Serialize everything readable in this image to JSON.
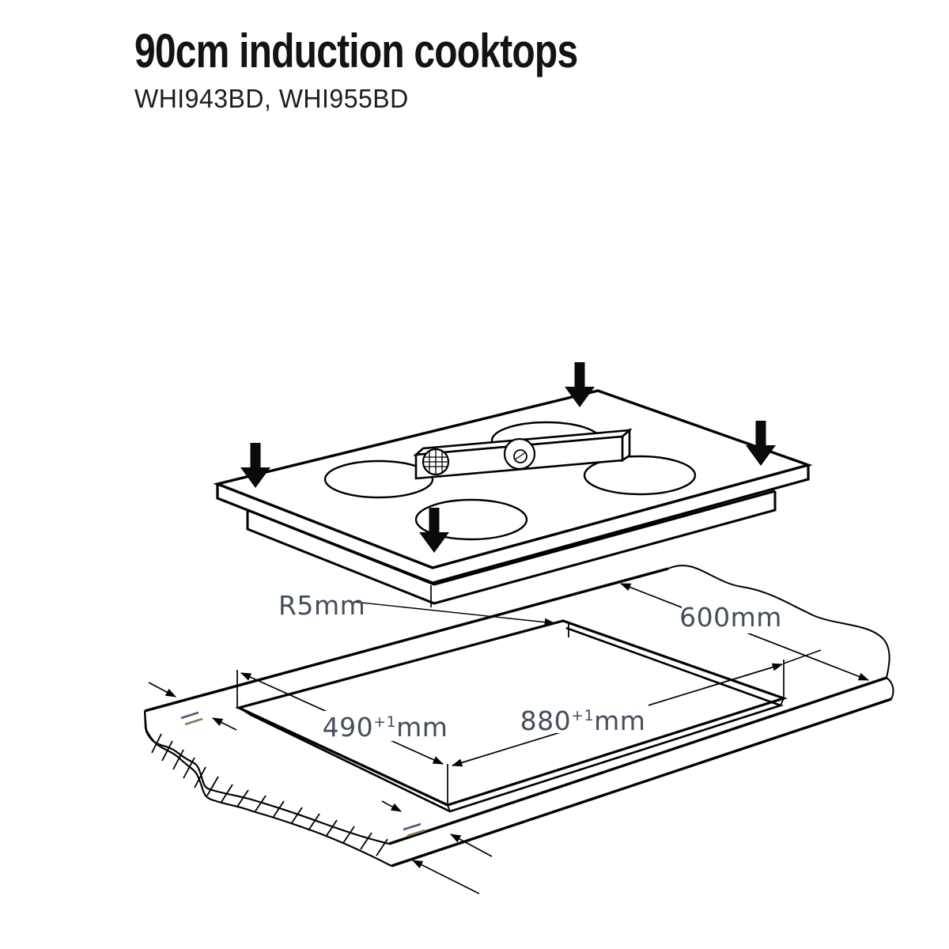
{
  "header": {
    "title": "90cm induction cooktops",
    "models": "WHI943BD, WHI955BD"
  },
  "diagram": {
    "dimensions": {
      "corner_radius": {
        "value": "R5",
        "unit": "mm"
      },
      "benchtop_depth": {
        "value": "600",
        "unit": "mm"
      },
      "cutout_width": {
        "value": "490",
        "tolerance": "+1",
        "unit": "mm"
      },
      "cutout_length": {
        "value": "880",
        "tolerance": "+1",
        "unit": "mm"
      }
    },
    "colors": {
      "line": "#000000",
      "dimension_text": "#454e5c",
      "break_tick_blue": "#4a5a74",
      "break_tick_warm": "#8a7355"
    }
  }
}
